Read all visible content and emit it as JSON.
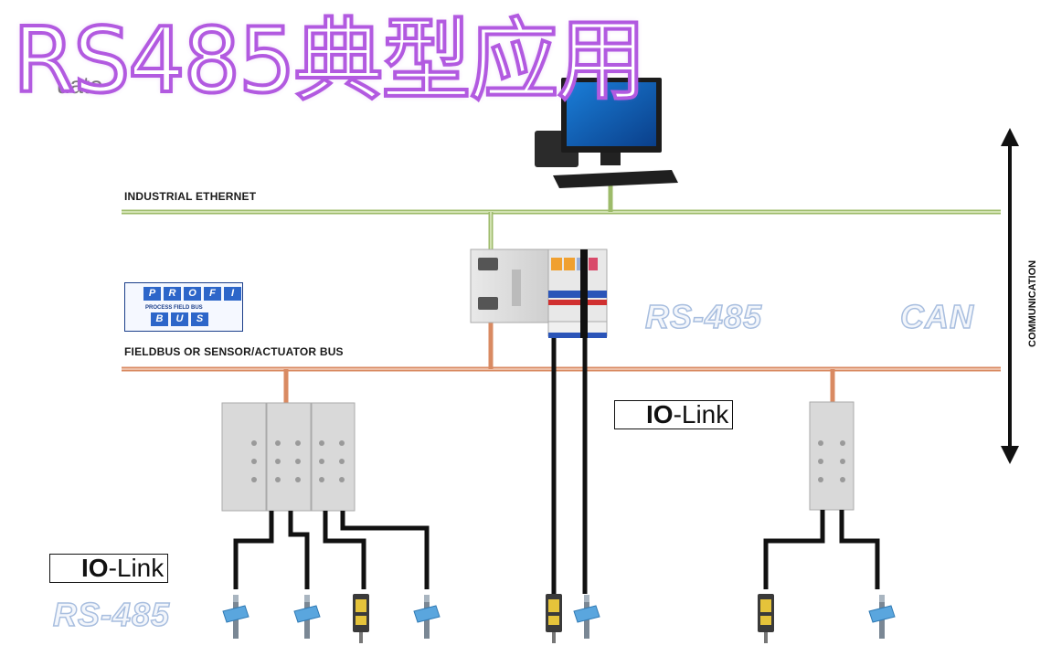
{
  "title": "RS485典型应用",
  "partial_text": "uato",
  "bus_labels": {
    "ethernet": "INDUSTRIAL ETHERNET",
    "fieldbus": "FIELDBUS OR SENSOR/ACTUATOR BUS"
  },
  "profibus": {
    "letters": [
      "P",
      "R",
      "O",
      "F",
      "I"
    ],
    "bus_letters": [
      "B",
      "U",
      "S"
    ],
    "subtitle": "PROCESS FIELD BUS"
  },
  "overlay_labels": {
    "rs485_center": "RS-485",
    "can": "CAN",
    "rs485_left": "RS-485"
  },
  "communication_label": "COMMUNICATION",
  "iolink": {
    "io": "IO",
    "link": "-Link"
  },
  "colors": {
    "title_stroke": "#b25ae0",
    "ethernet_line": "#9dbb6a",
    "fieldbus_line": "#d98a62",
    "ghost_text": "#a8bedf",
    "sensor_blue": "#5aa6de"
  }
}
